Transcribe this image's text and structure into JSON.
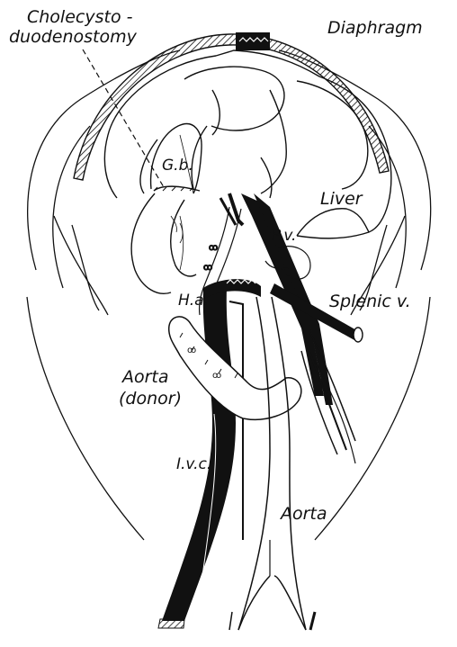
{
  "labels": {
    "cholecysto_line1": "Cholecysto -",
    "cholecysto_line2": "duodenostomy",
    "diaphragm": "Diaphragm",
    "gb": "G.b.",
    "liver": "Liver",
    "pv": "P.v.",
    "ha": "H.a.",
    "splenic": "Splenic v.",
    "aorta_donor_line1": "Aorta",
    "aorta_donor_line2": "(donor)",
    "ivc": "I.v.c.",
    "aorta": "Aorta"
  },
  "colors": {
    "ink": "#111111",
    "paper": "#ffffff"
  }
}
